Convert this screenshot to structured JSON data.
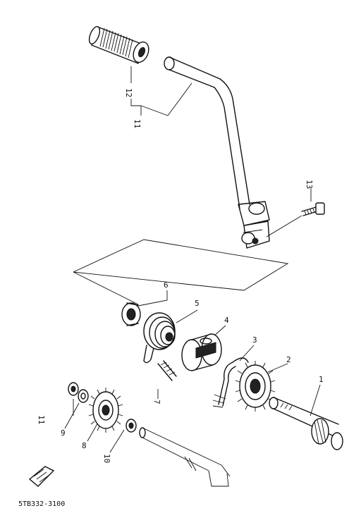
{
  "diagram": {
    "part_numbers": {
      "p1": "1",
      "p2": "2",
      "p3": "3",
      "p4": "4",
      "p5": "5",
      "p6": "6",
      "p7": "7",
      "p8": "8",
      "p9": "9",
      "p10": "10",
      "p11": "11",
      "p12": "12",
      "p13": "13"
    },
    "catalog_code": "5TB332-3100"
  }
}
